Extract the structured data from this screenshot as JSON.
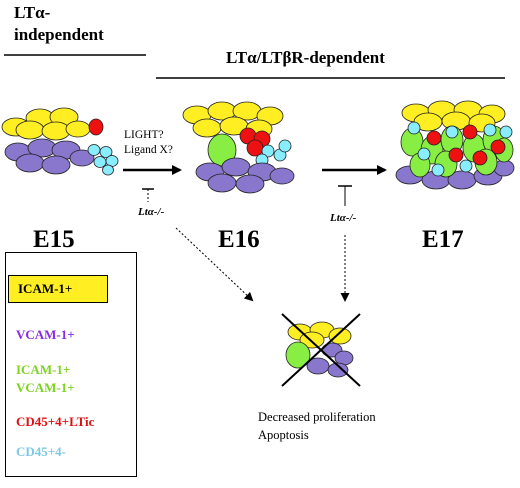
{
  "headers": {
    "lta_independent_line1": "LTα-",
    "lta_independent_line2": "independent",
    "dependent": "LTα/LTβR-dependent"
  },
  "stages": [
    "E15",
    "E16",
    "E17"
  ],
  "arrow_label": {
    "line1": "LIGHT?",
    "line2": "Ligand X?"
  },
  "knockout_labels": [
    "Ltα-/-",
    "Ltα-/-"
  ],
  "legend": {
    "items": [
      {
        "label": "ICAM-1+",
        "color": "#000000",
        "bg": "#ffee22"
      },
      {
        "label": "VCAM-1+",
        "color": "#8a2be2"
      },
      {
        "label": "ICAM-1+ VCAM-1+",
        "color": "#7ed321"
      },
      {
        "label": "CD45+4+LTic",
        "color": "#e01010"
      },
      {
        "label": "CD45+4-",
        "color": "#7ec8e3"
      }
    ]
  },
  "outcome": {
    "line1": "Decreased proliferation",
    "line2": "Apoptosis"
  },
  "colors": {
    "yellow": "#ffee22",
    "purple": "#8877cc",
    "green": "#88ee44",
    "red": "#ee1111",
    "cyan": "#88eeff"
  }
}
